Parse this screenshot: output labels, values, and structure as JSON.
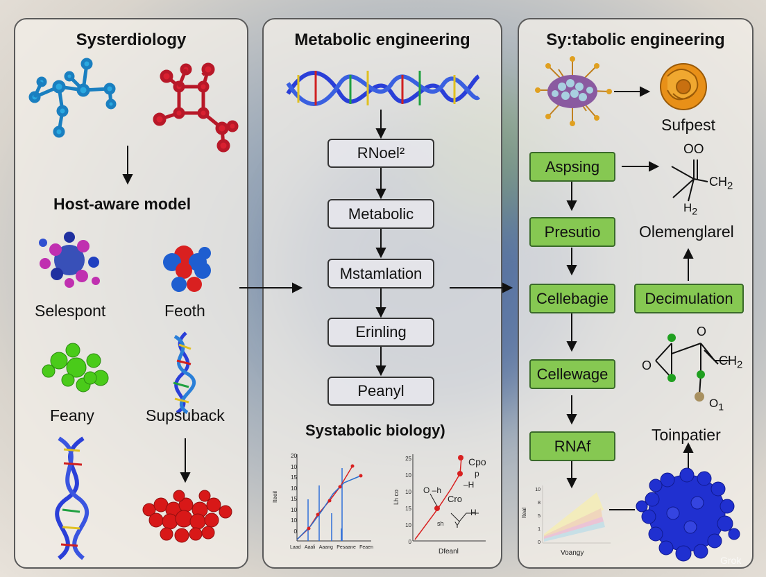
{
  "panels": {
    "left": {
      "title": "Systerdiology",
      "subheading": "Host-aware model",
      "labels": [
        "Selespont",
        "Feoth",
        "Feany",
        "Supsuback"
      ]
    },
    "middle": {
      "title": "Metabolic engineering",
      "boxes": [
        "RNoel²",
        "Metabolic",
        "Mstamlation",
        "Erinling",
        "Peanyl"
      ],
      "subheading": "Systabolic biology)",
      "chart1_yticks": [
        "20",
        "10",
        "15",
        "10",
        "15",
        "10",
        "10",
        "0"
      ],
      "chart1_ylabel": "Iteeil",
      "chart1_xlabels": [
        "Laad",
        "Aaali",
        "Aaang",
        "Pesaane",
        "Feaen"
      ],
      "chart2_yticks": [
        "25",
        "10",
        "10",
        "15",
        "10",
        "0"
      ],
      "chart2_ylabel": "Lh co",
      "chart2_annotations": [
        "Cpo",
        "p",
        "–H",
        "O –h",
        "Cro",
        "H",
        "sh",
        "Y"
      ],
      "chart2_xlabel": "Dfeanl"
    },
    "right": {
      "title": "Sy:tabolic engineering",
      "green_boxes_left": [
        "Aspsing",
        "Presutio",
        "Cellebagie",
        "Cellewage",
        "RNAf"
      ],
      "green_box_right": "Decimulation",
      "labels": [
        "Sufpest",
        "Olemenglarel",
        "Toinpatier"
      ],
      "chem1": {
        "top": "OO",
        "right": "CH",
        "sub": "2",
        "bottom": "H",
        "bottom_sub": "2"
      },
      "chem2": {
        "top": "O",
        "right": "CH",
        "sub": "2",
        "left": "O",
        "bottom": "O",
        "bottom_sub": "1"
      },
      "chart3_yticks": [
        "10",
        "8",
        "5",
        "1",
        "0"
      ],
      "chart3_ylabel": "Iteal",
      "chart3_xlabel": "Voangy"
    }
  },
  "watermark": "Grok",
  "colors": {
    "green_box": "#86c852",
    "dna_blue": "#2a3fd8",
    "molecule_red": "#d92020",
    "molecule_cyan": "#2aa8e0"
  }
}
